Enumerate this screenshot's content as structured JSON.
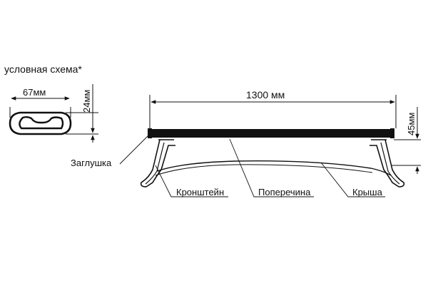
{
  "title": "условная схема*",
  "profile": {
    "width_label": "67мм",
    "height_label": "24мм"
  },
  "main": {
    "length_label": "1300 мм",
    "height_label": "45мм"
  },
  "callouts": {
    "end_cap": "Заглушка",
    "bracket": "Кронштейн",
    "crossbar": "Поперечина",
    "roof": "Крыша"
  }
}
